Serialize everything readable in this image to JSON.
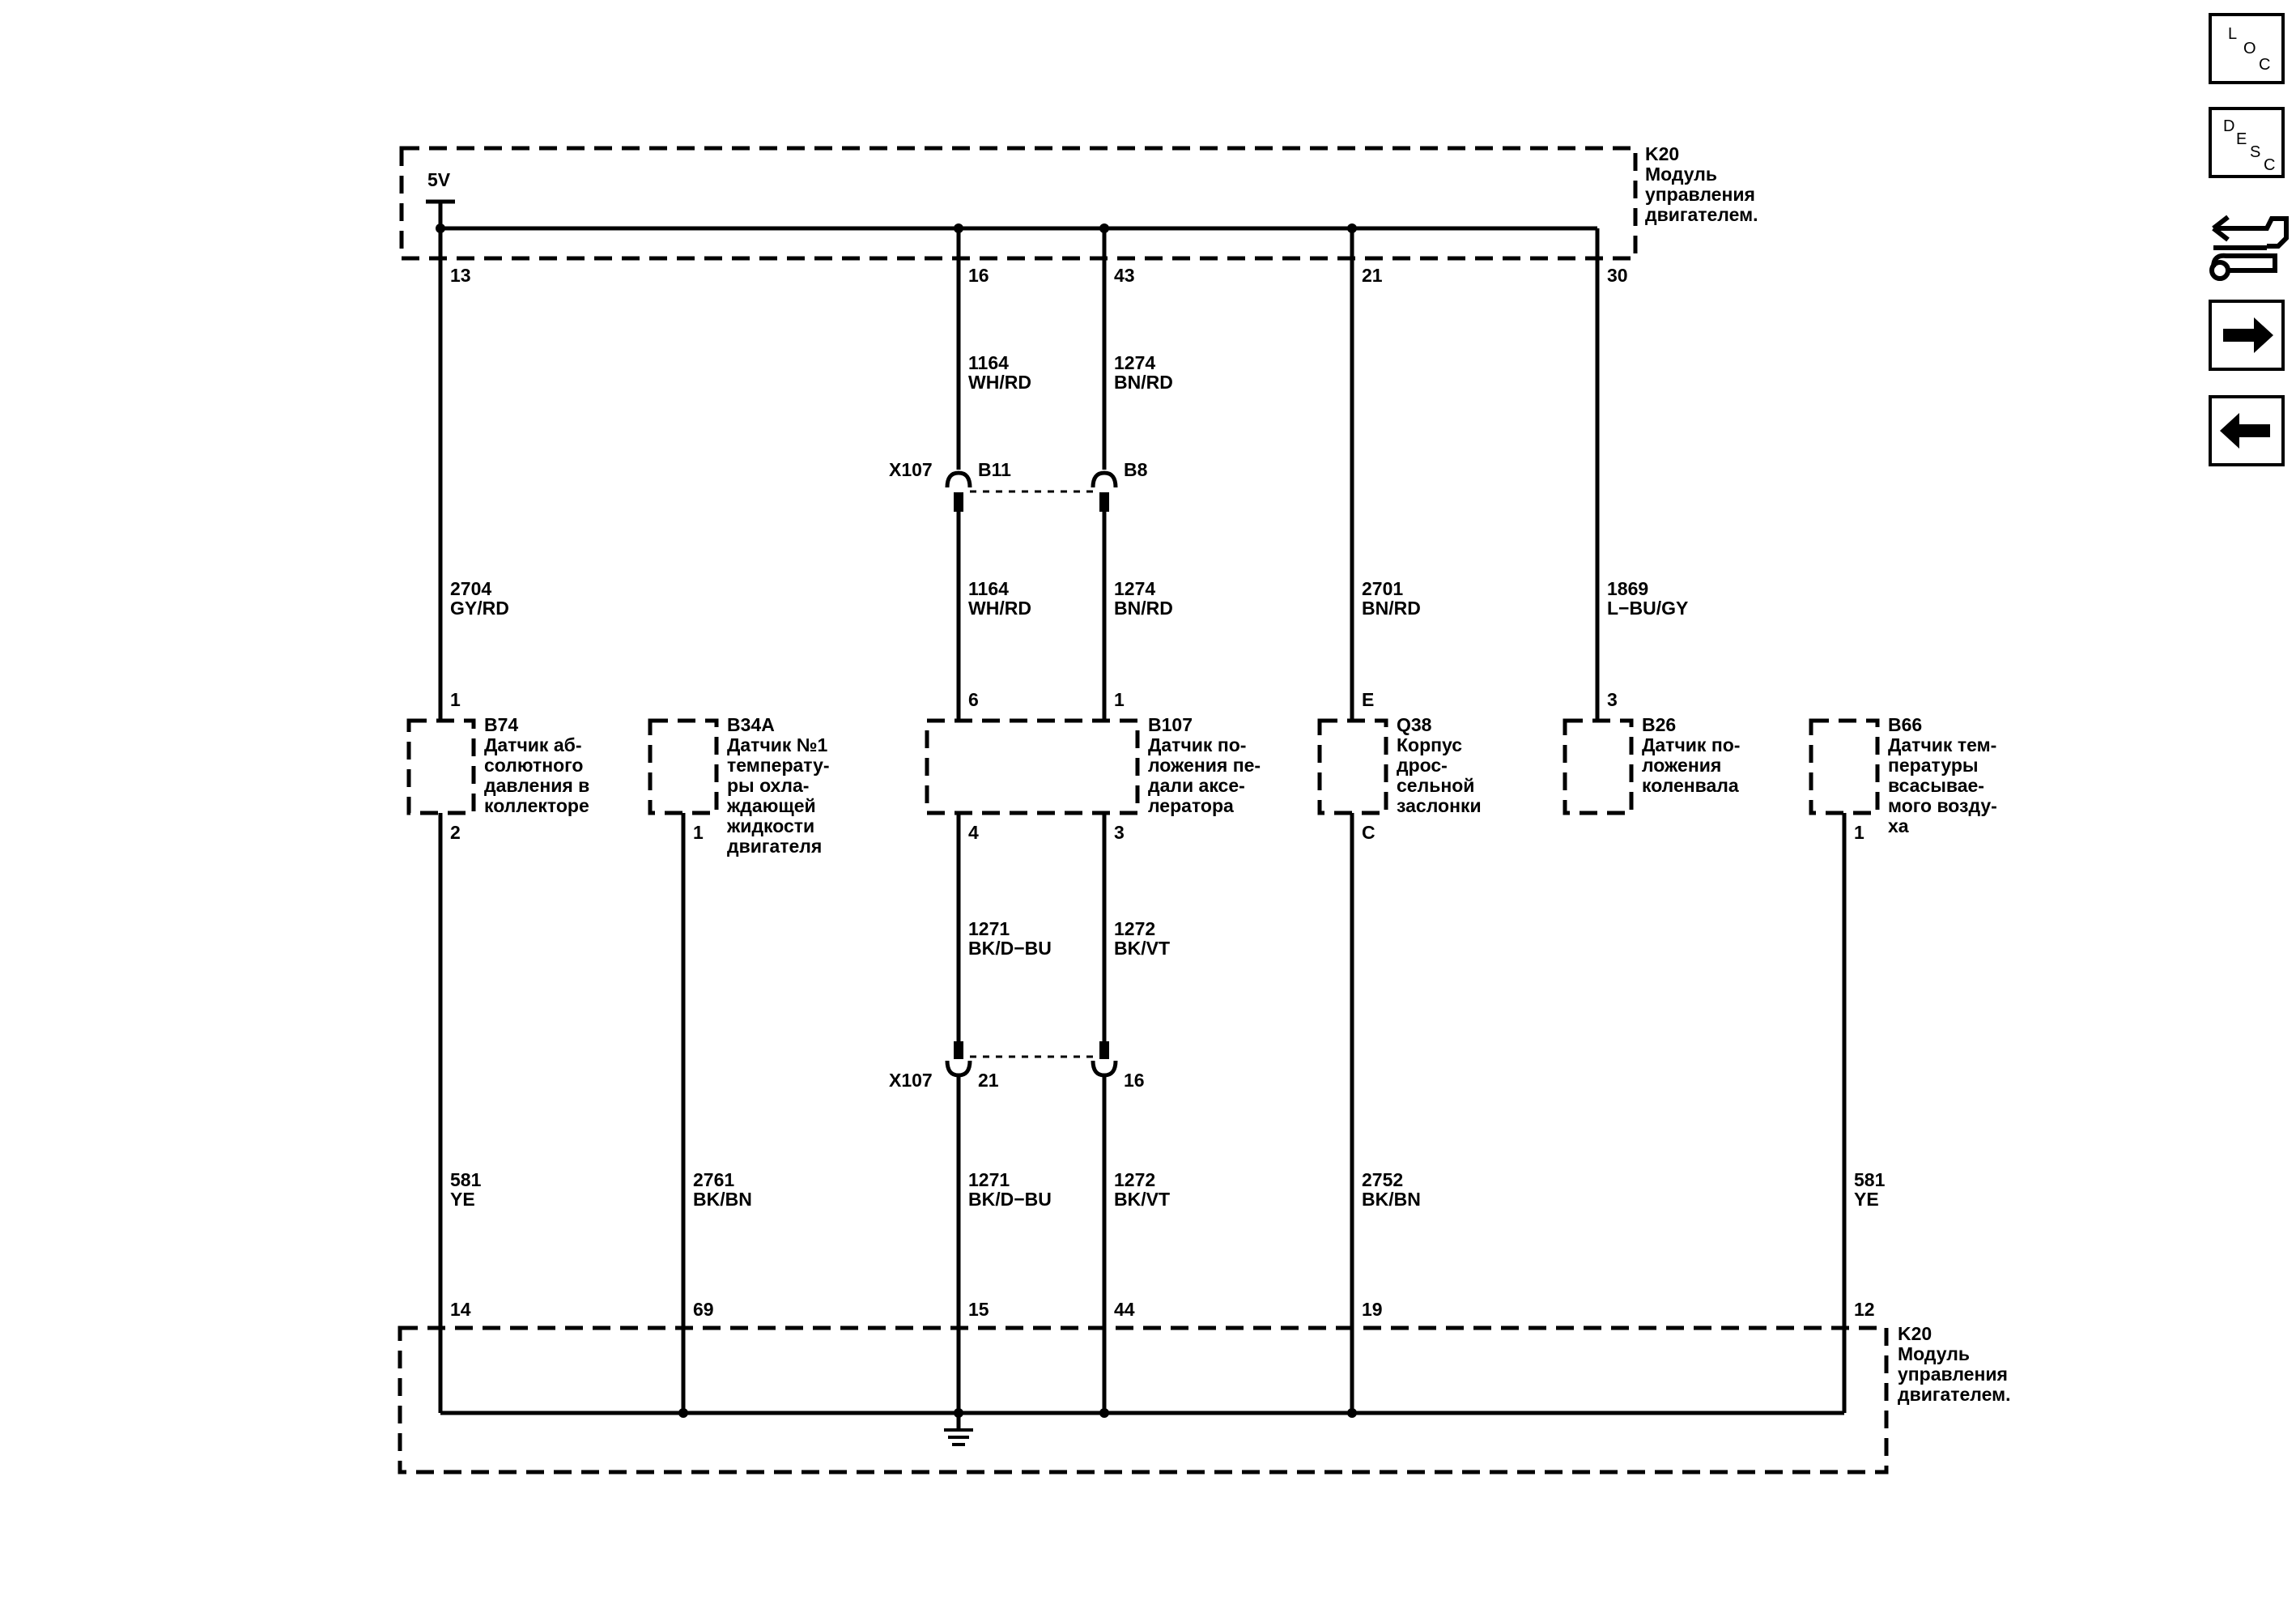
{
  "ecm_top": {
    "ref": "K20",
    "lines": [
      "Модуль",
      "управления",
      "двигателем."
    ]
  },
  "ecm_bottom": {
    "ref": "K20",
    "lines": [
      "Модуль",
      "управления",
      "двигателем."
    ]
  },
  "supply": "5V",
  "top_pins": [
    "13",
    "16",
    "43",
    "21",
    "30"
  ],
  "bottom_pins": [
    "14",
    "69",
    "15",
    "44",
    "19",
    "12"
  ],
  "wires": {
    "w1164_top": [
      "1164",
      "WH/RD"
    ],
    "w1274_top": [
      "1274",
      "BN/RD"
    ],
    "w1164_mid": [
      "1164",
      "WH/RD"
    ],
    "w1274_mid": [
      "1274",
      "BN/RD"
    ],
    "w2704": [
      "2704",
      "GY/RD"
    ],
    "w2701": [
      "2701",
      "BN/RD"
    ],
    "w1869": [
      "1869",
      "L−BU/GY"
    ],
    "w1271_a": [
      "1271",
      "BK/D−BU"
    ],
    "w1272_a": [
      "1272",
      "BK/VT"
    ],
    "w1271_b": [
      "1271",
      "BK/D−BU"
    ],
    "w1272_b": [
      "1272",
      "BK/VT"
    ],
    "w581_a": [
      "581",
      "YE"
    ],
    "w2761": [
      "2761",
      "BK/BN"
    ],
    "w2752": [
      "2752",
      "BK/BN"
    ],
    "w581_b": [
      "581",
      "YE"
    ]
  },
  "connector_top": {
    "ref": "X107",
    "pin_a": "B11",
    "pin_b": "B8"
  },
  "connector_bottom": {
    "ref": "X107",
    "pin_a": "21",
    "pin_b": "16"
  },
  "components": {
    "b74": {
      "ref": "B74",
      "lines": [
        "Датчик аб-",
        "солютного",
        "давления в",
        "коллекторе"
      ],
      "pin_top": "1",
      "pin_bottom": "2"
    },
    "b34a": {
      "ref": "B34A",
      "lines": [
        "Датчик №1",
        "температу-",
        "ры охла-",
        "ждающей",
        "жидкости",
        "двигателя"
      ],
      "pin_bottom": "1"
    },
    "b107": {
      "ref": "B107",
      "lines": [
        "Датчик по-",
        "ложения пе-",
        "дали аксе-",
        "лератора"
      ],
      "pin_top_a": "6",
      "pin_top_b": "1",
      "pin_bottom_a": "4",
      "pin_bottom_b": "3"
    },
    "q38": {
      "ref": "Q38",
      "lines": [
        "Корпус",
        "дрос-",
        "сельной",
        "заслонки"
      ],
      "pin_top": "E",
      "pin_bottom": "C"
    },
    "b26": {
      "ref": "B26",
      "lines": [
        "Датчик по-",
        "ложения",
        "коленвала"
      ],
      "pin_top": "3"
    },
    "b66": {
      "ref": "B66",
      "lines": [
        "Датчик тем-",
        "пературы",
        "всасывае-",
        "мого возду-",
        "ха"
      ],
      "pin_bottom": "1"
    }
  },
  "nav": {
    "loc": [
      "L",
      "O",
      "C"
    ],
    "desc": [
      "D",
      "E",
      "S",
      "C"
    ]
  }
}
